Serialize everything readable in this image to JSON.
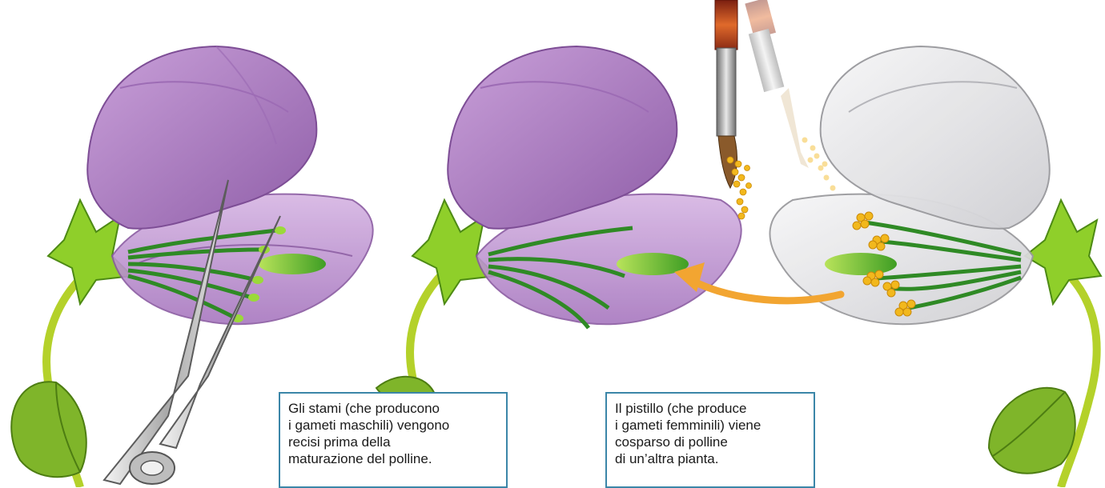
{
  "captions": {
    "left": {
      "lines": [
        "Gli stami (che producono",
        "i gameti maschili) vengono",
        "recisi prima della",
        "maturazione del polline."
      ]
    },
    "right": {
      "lines": [
        "Il pistillo (che produce",
        "i gameti femminili) viene",
        "cosparso di polline",
        "di un’altra pianta."
      ]
    }
  },
  "colors": {
    "petal_purple": "#b07fc4",
    "petal_light": "#ecebed",
    "stem_green": "#b4d12a",
    "stamen_green": "#3a9c2a",
    "pollen_yellow": "#f2b81d",
    "arrow_orange": "#f2a531",
    "caption_border": "#3b86a8"
  }
}
